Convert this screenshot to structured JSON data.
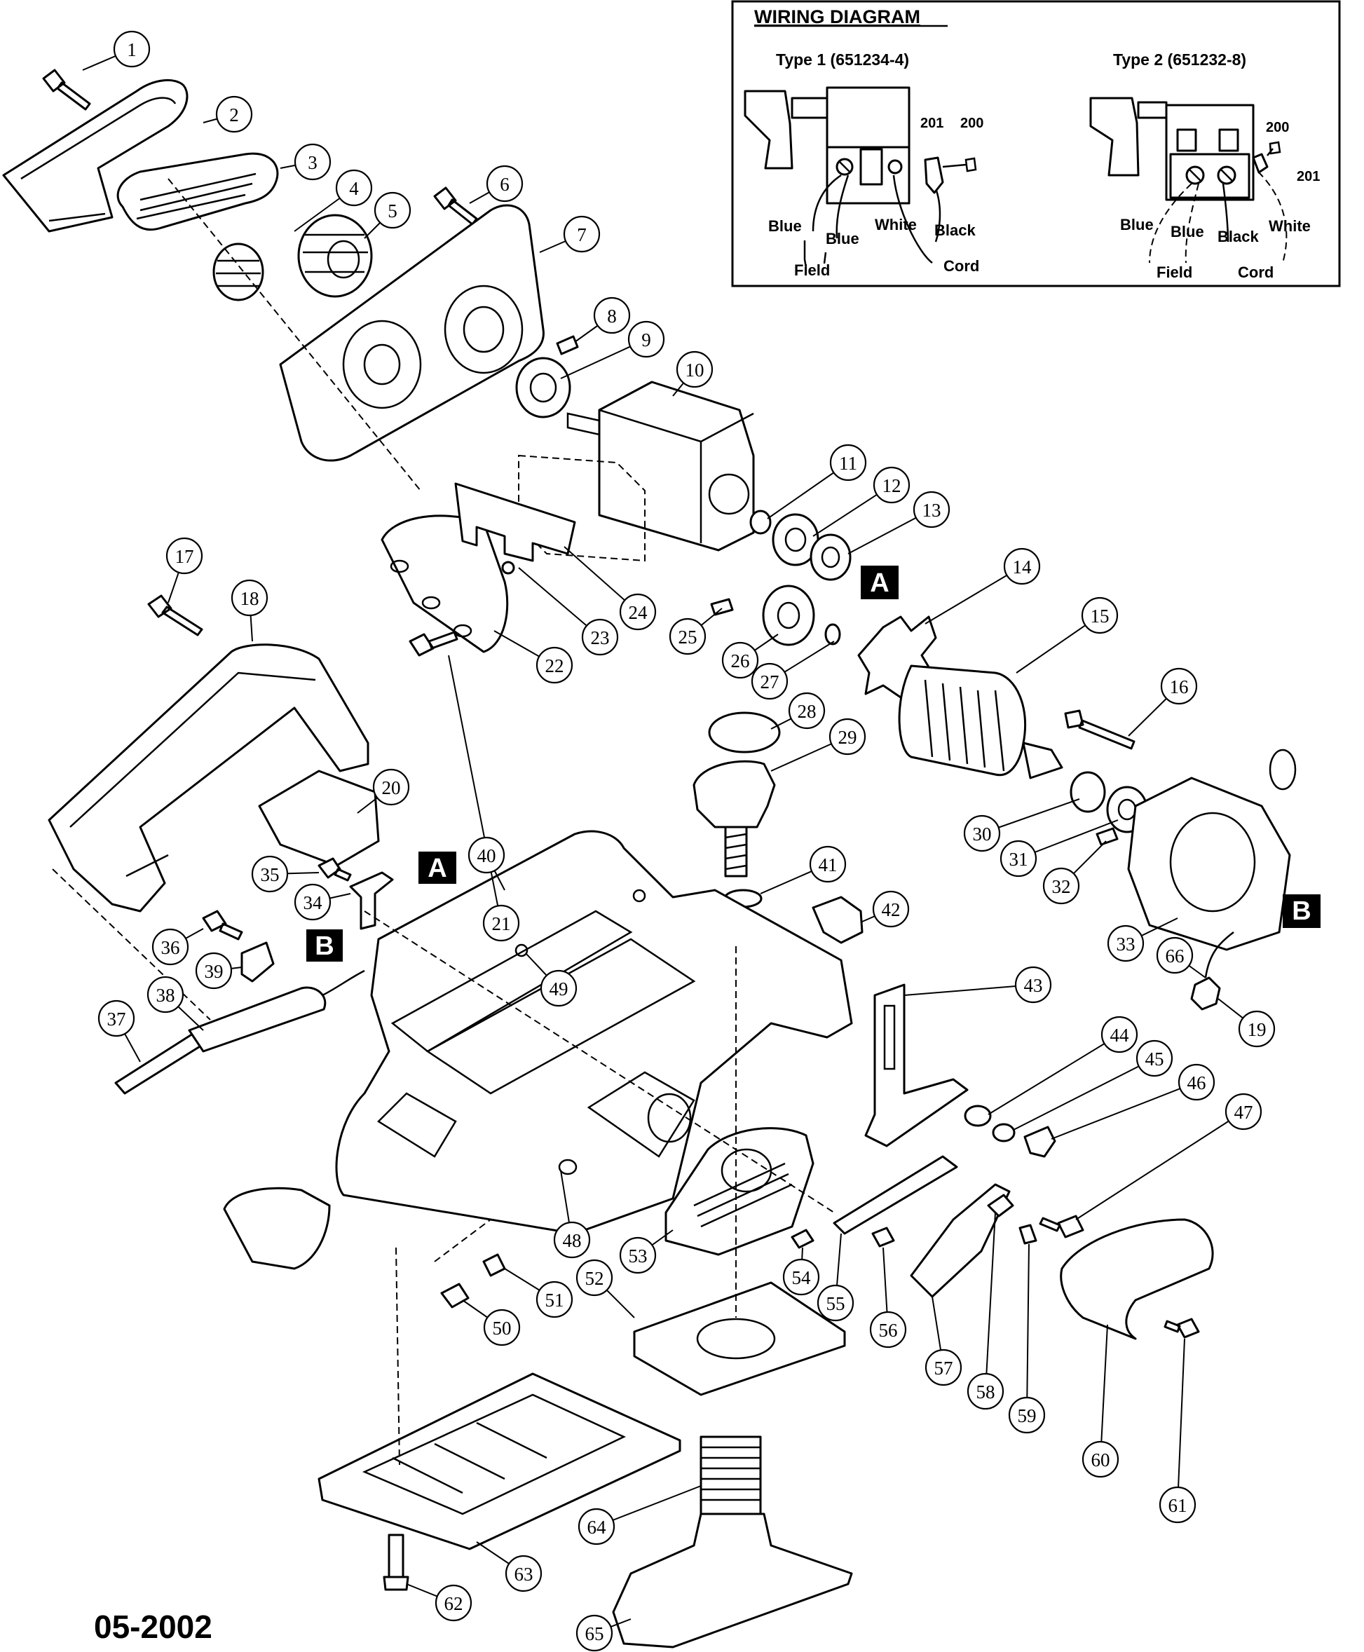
{
  "wiring_diagram": {
    "title": "WIRING DIAGRAM",
    "type1": {
      "title": "Type 1 (651234-4)",
      "labels": {
        "n201": "201",
        "n200": "200",
        "blue1": "Blue",
        "blue2": "Blue",
        "white": "White",
        "black": "Black",
        "field": "Field",
        "cord": "Cord"
      }
    },
    "type2": {
      "title": "Type 2 (651232-8)",
      "labels": {
        "n200": "200",
        "n201": "201",
        "blue1": "Blue",
        "blue2": "Blue",
        "black": "Black",
        "white": "White",
        "field": "Field",
        "cord": "Cord"
      }
    }
  },
  "markers": {
    "a": "A",
    "b": "B"
  },
  "callouts": [
    "1",
    "2",
    "3",
    "4",
    "5",
    "6",
    "7",
    "8",
    "9",
    "10",
    "11",
    "12",
    "13",
    "14",
    "15",
    "16",
    "17",
    "18",
    "19",
    "20",
    "21",
    "22",
    "23",
    "24",
    "25",
    "26",
    "27",
    "28",
    "29",
    "30",
    "31",
    "32",
    "33",
    "34",
    "35",
    "36",
    "37",
    "38",
    "39",
    "40",
    "41",
    "42",
    "43",
    "44",
    "45",
    "46",
    "47",
    "48",
    "49",
    "50",
    "51",
    "52",
    "53",
    "54",
    "55",
    "56",
    "57",
    "58",
    "59",
    "60",
    "61",
    "62",
    "63",
    "64",
    "65",
    "66"
  ],
  "date_code": "05-2002"
}
